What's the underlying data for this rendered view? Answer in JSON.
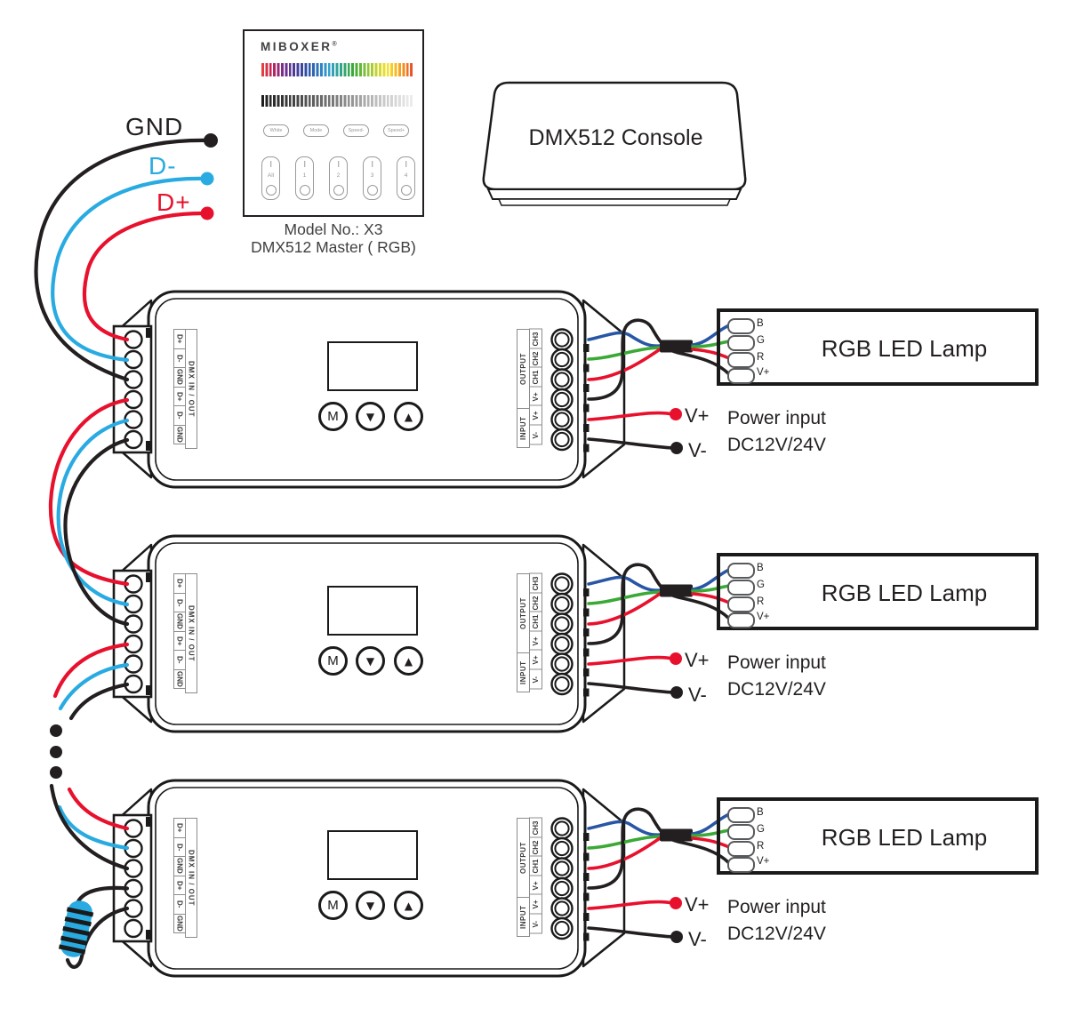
{
  "colors": {
    "wire_red": "#e8112d",
    "wire_lblue": "#29abe2",
    "wire_black": "#231f20",
    "wire_dblue": "#2856a5",
    "wire_green": "#3aa935",
    "resistor_blue": "#29abe2"
  },
  "bus": {
    "gnd": "GND",
    "d_minus": "D-",
    "d_plus": "D+"
  },
  "remote": {
    "brand": "MIBOXER",
    "registered": "®",
    "function_buttons": [
      "White",
      "Mode",
      "Speed-",
      "Speed+"
    ],
    "zone_buttons": [
      "All",
      "1",
      "2",
      "3",
      "4"
    ],
    "model_line1": "Model No.: X3",
    "model_line2": "DMX512 Master ( RGB)"
  },
  "console": {
    "label": "DMX512 Console"
  },
  "controller": {
    "dmx_terminals": [
      "D+",
      "D-",
      "GND",
      "D+",
      "D-",
      "GND"
    ],
    "dmx_group_label": "DMX IN / OUT",
    "output_label": "OUTPUT",
    "input_label": "INPUT",
    "io_terminals": [
      "CH3",
      "CH2",
      "CH1",
      "V+",
      "V+",
      "V-"
    ],
    "mode_button": "M",
    "down_button": "▼",
    "up_button": "▲"
  },
  "lamp": {
    "title": "RGB LED Lamp",
    "pins": [
      "B",
      "G",
      "R",
      "V+"
    ]
  },
  "power": {
    "v_plus": "V+",
    "v_minus": "V-",
    "line1": "Power input",
    "line2": "DC12V/24V"
  }
}
